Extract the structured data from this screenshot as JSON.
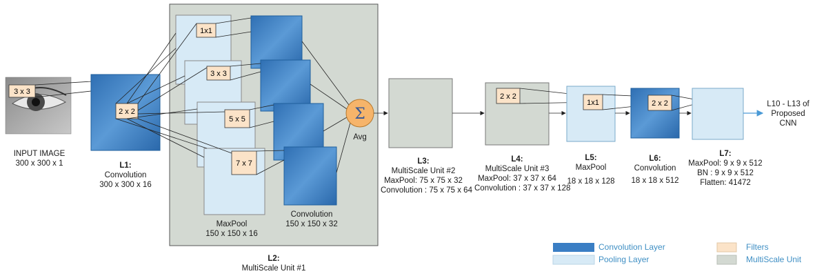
{
  "input": {
    "filter": "3 x 3",
    "title": "INPUT IMAGE",
    "dims": "300 x 300 x 1"
  },
  "l1": {
    "id": "L1:",
    "type": "Convolution",
    "dims": "300 x 300 x 16",
    "filter": "2 x 2"
  },
  "l2": {
    "id": "L2:",
    "name": "MultiScale Unit #1",
    "filters": [
      "1x1",
      "3 x 3",
      "5 x 5",
      "7 x 7"
    ],
    "maxpool_label": "MaxPool",
    "maxpool_dims": "150 x 150 x 16",
    "conv_label": "Convolution",
    "conv_dims": "150 x 150 x 32",
    "sum_symbol": "Σ",
    "sum_label": "Avg"
  },
  "l3": {
    "id": "L3:",
    "name": "MultiScale Unit #2",
    "maxpool": "MaxPool: 75 x 75 x 32",
    "conv": "Convolution : 75 x 75 x 64"
  },
  "l4": {
    "id": "L4:",
    "name": "MultiScale Unit #3",
    "maxpool": "MaxPool: 37 x 37 x 64",
    "conv": "Convolution : 37 x 37 x 128",
    "filter": "2 x 2"
  },
  "l5": {
    "id": "L5:",
    "type": "MaxPool",
    "dims": "18 x 18 x 128",
    "filter": "1x1"
  },
  "l6": {
    "id": "L6:",
    "type": "Convolution",
    "dims": "18 x 18 x 512",
    "filter": "2 x 2"
  },
  "l7": {
    "id": "L7:",
    "maxpool": "MaxPool: 9 x 9 x 512",
    "bn": "BN : 9 x 9 x 512",
    "flatten": "Flatten: 41472"
  },
  "output": {
    "line1": "L10 - L13 of",
    "line2": "Proposed",
    "line3": "CNN"
  },
  "legend": {
    "conv": "Convolution Layer",
    "pool": "Pooling Layer",
    "filters": "Filters",
    "multiscale": "MultiScale Unit"
  },
  "colors": {
    "conv": "#3a7ec4",
    "conv_dark": "#1f5f9c",
    "pool": "#d7eaf6",
    "filter": "#fbe3c8",
    "multiscale": "#d3d9d2",
    "sum": "#f6b46a",
    "arrow_blue": "#4a9ad6"
  }
}
